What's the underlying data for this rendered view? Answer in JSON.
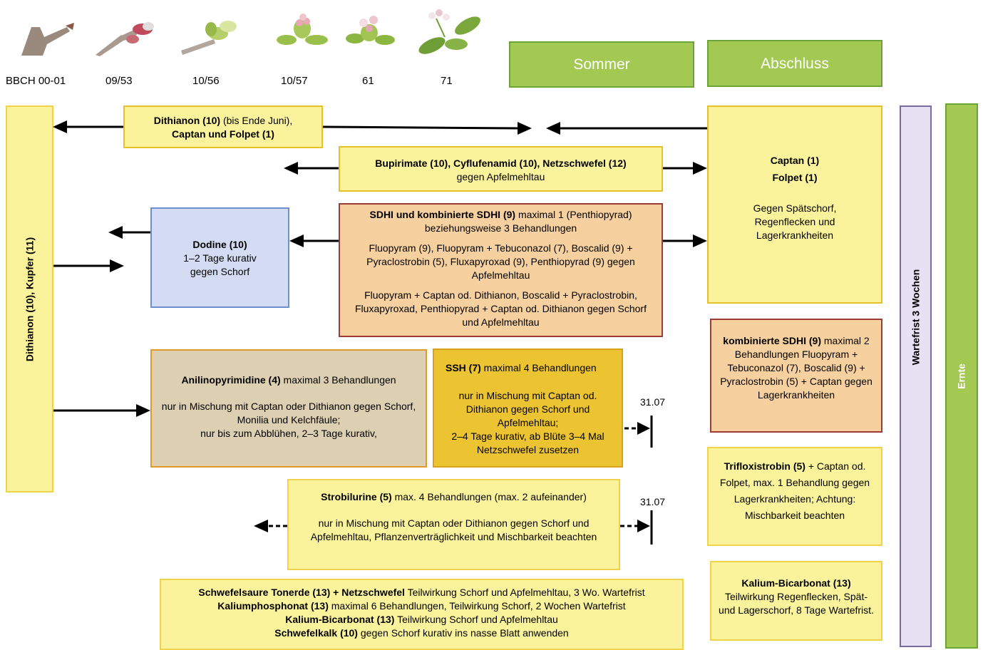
{
  "stages": [
    {
      "label": "BBCH 00-01",
      "icon": "bare-bud-twig-icon"
    },
    {
      "label": "09/53",
      "icon": "bud-burst-twig-icon"
    },
    {
      "label": "10/56",
      "icon": "green-cluster-twig-icon"
    },
    {
      "label": "10/57",
      "icon": "pink-bud-twig-icon"
    },
    {
      "label": "61",
      "icon": "early-bloom-twig-icon"
    },
    {
      "label": "71",
      "icon": "fruit-set-twig-icon"
    }
  ],
  "headers": {
    "sommer": "Sommer",
    "abschluss": "Abschluss"
  },
  "left_bar": "Dithianon (10), Kupfer (11)",
  "right_bars": {
    "wartefrist": "Wartefrist 3 Wochen",
    "ernte": "Ernte"
  },
  "boxes": {
    "dithianon": {
      "b1": "Dithianon (10)",
      "t1": " (bis Ende Juni),",
      "b2": "Captan und Folpet (1)"
    },
    "bupirimate": {
      "b1": "Bupirimate (10), Cyflufenamid (10), Netzschwefel (12)",
      "t1": "gegen Apfelmehltau"
    },
    "captan_folpet": {
      "b1": "Captan (1)",
      "b2": "Folpet (1)",
      "t1": "Gegen Spätschorf, Regenflecken und Lagerkrankheiten"
    },
    "dodine": {
      "b1": "Dodine (10)",
      "t1": "1–2 Tage kurativ",
      "t2": "gegen Schorf"
    },
    "sdhi": {
      "b1": "SDHI und kombinierte SDHI (9)",
      "t1": " maximal 1  (Penthiopyrad) beziehungsweise 3 Behandlungen",
      "p2": "Fluopyram (9), Fluopyram + Tebuconazol (7), Boscalid (9) + Pyraclostrobin (5), Fluxapyroxad (9), Penthiopyrad (9) gegen Apfelmehltau",
      "p3": "Fluopyram + Captan od. Dithianon, Boscalid + Pyraclostrobin, Fluxapyroxad, Penthiopyrad + Captan od. Dithianon gegen Schorf und Apfelmehltau"
    },
    "kombi_sdhi": {
      "b1": "kombinierte SDHI (9)",
      "t1": " maximal 2 Behandlungen Fluopyram + Tebuconazol (7), Boscalid (9) + Pyraclostrobin (5) + Captan gegen Lagerkrankheiten"
    },
    "anilino": {
      "b1": "Anilinopyrimidine (4)",
      "t1": " maximal 3 Behandlungen",
      "p2": "nur in Mischung mit Captan oder Dithianon gegen Schorf, Monilia und Kelchfäule;",
      "p3": "nur bis zum Abblühen, 2–3 Tage kurativ,"
    },
    "ssh": {
      "b1": "SSH (7)",
      "t1": " maximal 4 Behandlungen",
      "p2": "nur in Mischung mit Captan od. Dithianon gegen Schorf und Apfelmehltau;",
      "p3": "2–4 Tage kurativ, ab Blüte 3–4 Mal Netzschwefel zusetzen"
    },
    "trifloxi": {
      "b1": "Trifloxistrobin (5)",
      "t1": " + Captan od. Folpet, max. 1 Behandlung gegen Lagerkrankheiten; Achtung: Mischbarkeit beachten"
    },
    "strobi": {
      "b1": "Strobilurine (5)",
      "t1": " max. 4 Behandlungen (max. 2 aufeinander)",
      "p2": "nur in Mischung mit Captan oder Dithianon gegen Schorf und Apfelmehltau, Pflanzenverträglichkeit und Mischbarkeit beachten"
    },
    "kalium_right": {
      "b1": "Kalium-Bicarbonat (13)",
      "t1": "Teilwirkung Regenflecken, Spät- und Lagerschorf, 8 Tage Wartefrist."
    },
    "bottom": {
      "l1b": "Schwefelsaure Tonerde (13) + Netzschwefel",
      "l1t": " Teilwirkung Schorf und Apfelmehltau, 3 Wo. Wartefrist",
      "l2b": "Kaliumphosphonat (13)",
      "l2t": " maximal 6 Behandlungen, Teilwirkung Schorf, 2 Wochen Wartefrist",
      "l3b": "Kalium-Bicarbonat (13)",
      "l3t": " Teilwirkung Schorf und Apfelmehltau",
      "l4b": "Schwefelkalk (10)",
      "l4t": " gegen Schorf kurativ ins nasse Blatt anwenden"
    }
  },
  "dates": {
    "ssh_end": "31.07",
    "strobi_end": "31.07"
  }
}
